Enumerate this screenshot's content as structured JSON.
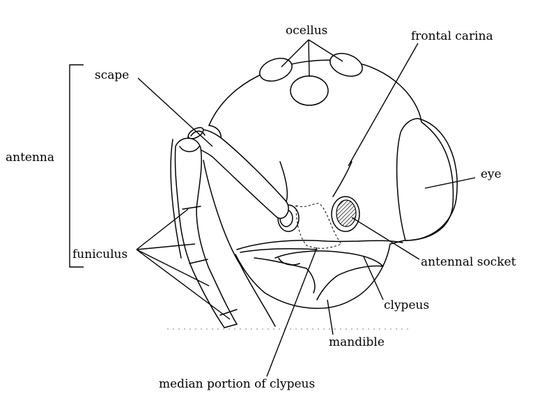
{
  "labels": {
    "ocellus": "ocellus",
    "frontal_carina": "frontal carina",
    "scape": "scape",
    "antenna": "antenna",
    "eye": "eye",
    "funiculus": "funiculus",
    "antennal_socket": "antennal socket",
    "clypeus": "clypeus",
    "mandible": "mandible",
    "median_clypeus": "median portion of clypeus"
  }
}
